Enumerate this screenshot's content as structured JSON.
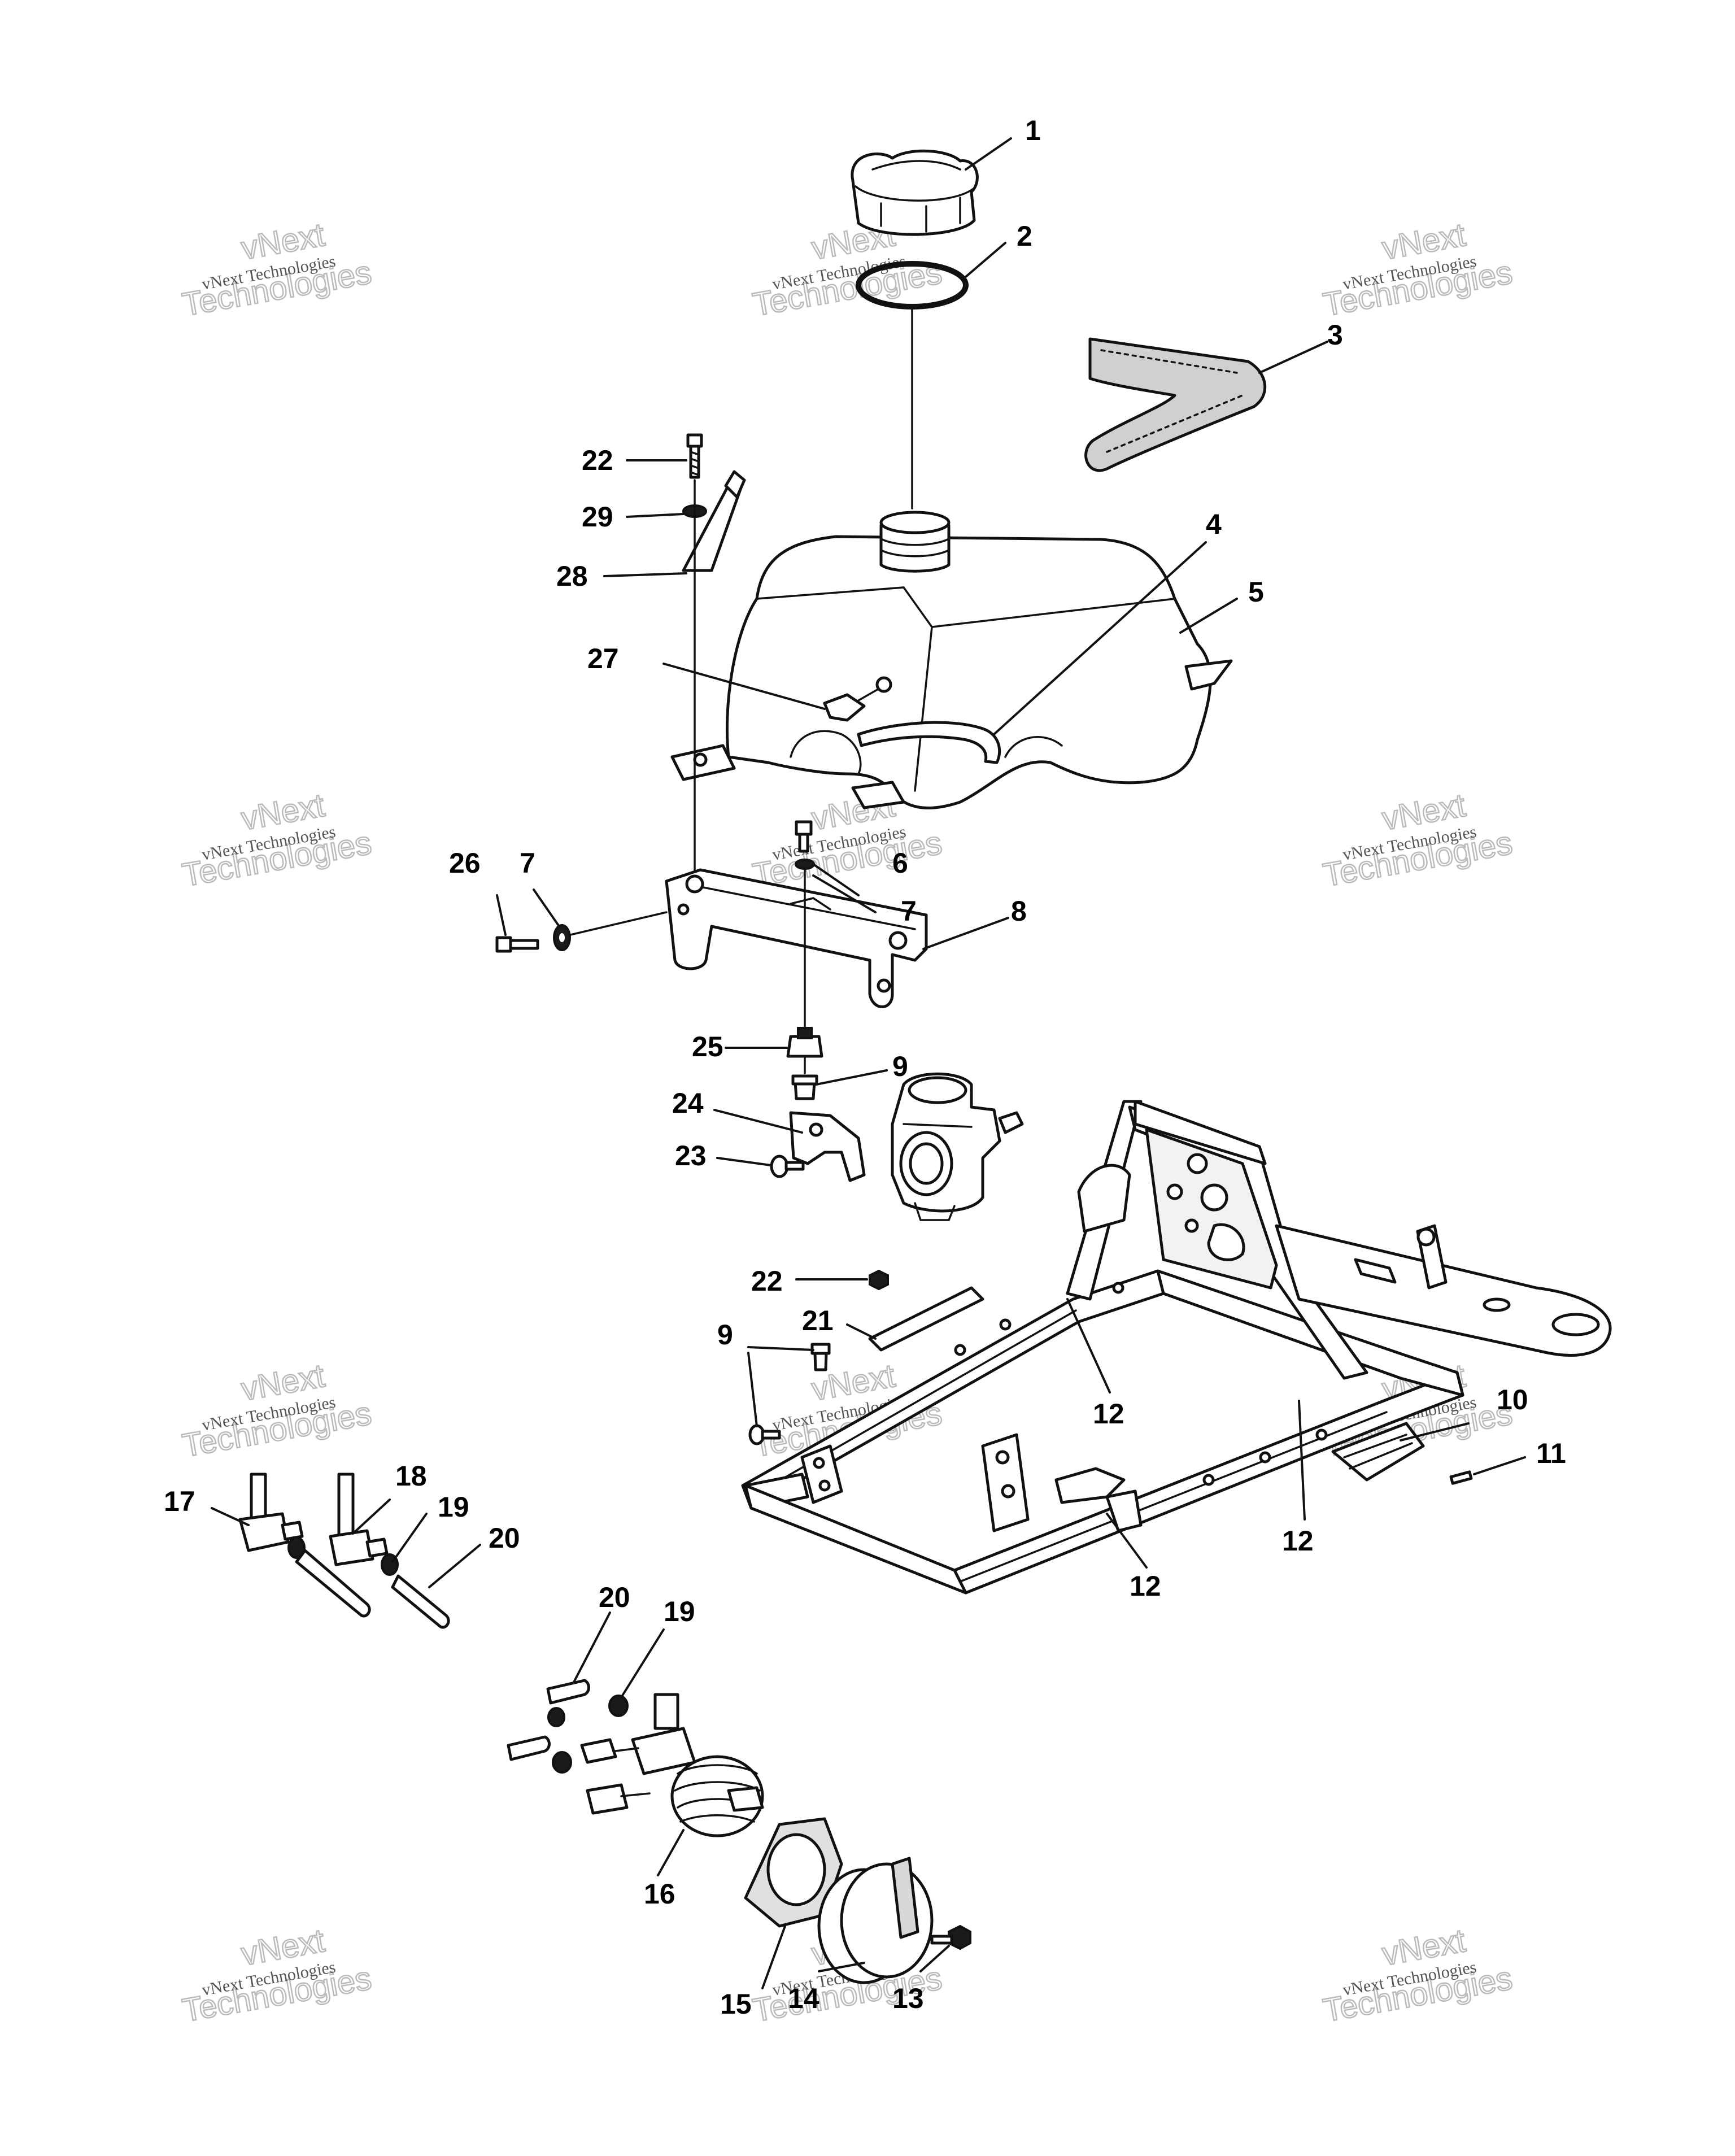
{
  "callouts": {
    "c1": "1",
    "c2": "2",
    "c3": "3",
    "c4": "4",
    "c5": "5",
    "c6": "6",
    "c7a": "7",
    "c7b": "7",
    "c8": "8",
    "c9a": "9",
    "c9b": "9",
    "c10": "10",
    "c11": "11",
    "c12a": "12",
    "c12b": "12",
    "c12c": "12",
    "c13": "13",
    "c14": "14",
    "c15": "15",
    "c16": "16",
    "c17": "17",
    "c18": "18",
    "c19a": "19",
    "c19b": "19",
    "c20a": "20",
    "c20b": "20",
    "c21": "21",
    "c22a": "22",
    "c22b": "22",
    "c23": "23",
    "c24": "24",
    "c25": "25",
    "c26": "26",
    "c27": "27",
    "c28": "28",
    "c29": "29"
  },
  "watermark": {
    "line1": "vNext Technologies",
    "line2": "vNext",
    "line3": "Technologies"
  }
}
